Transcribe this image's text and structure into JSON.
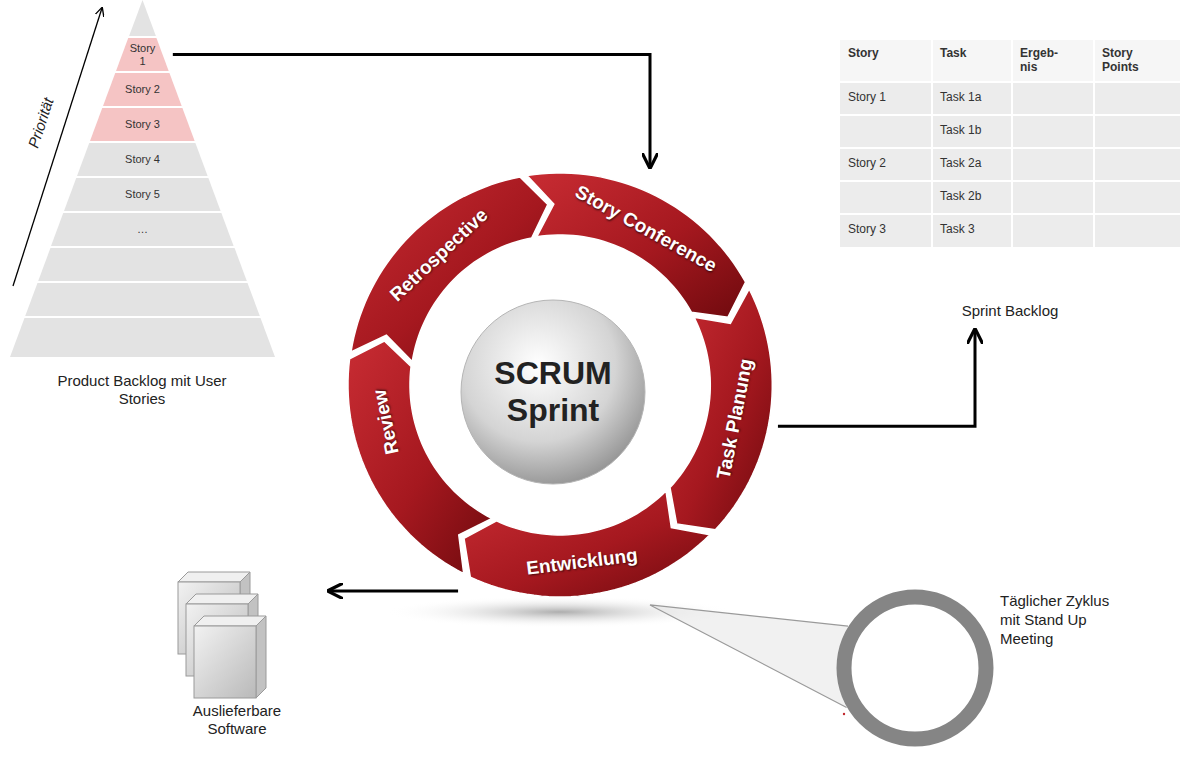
{
  "diagram": {
    "nodes": [
      {
        "text": [
          "Product Backlog mit User Stories"
        ]
      },
      {
        "text": [
          "Story 1"
        ],
        "in": 0
      },
      {
        "text": [
          "Story 2"
        ],
        "in": 0
      },
      {
        "text": [
          "Story 3"
        ],
        "in": 0
      },
      {
        "text": [
          "Story 4"
        ],
        "in": 0
      },
      {
        "text": [
          "Story 5"
        ],
        "in": 0
      },
      {
        "text": [
          "…"
        ],
        "in": 0
      },
      {
        "text": [
          "SCRUM Sprint"
        ]
      },
      {
        "text": [
          "Story Conference"
        ]
      },
      {
        "text": [
          "Task Planung"
        ]
      },
      {
        "text": [
          "Entwicklung"
        ]
      },
      {
        "text": [
          "Review"
        ]
      },
      {
        "text": [
          "Retrospective"
        ]
      },
      {
        "text": [
          "Sprint Backlog"
        ]
      },
      {
        "text": [
          "Auslieferbare Software"
        ]
      },
      {
        "text": [
          "Täglicher Zyklus mit Stand Up Meeting"
        ]
      }
    ],
    "edges": [
      {
        "from": 1,
        "to": 8,
        "arrow": "to"
      },
      {
        "from": 9,
        "to": 13,
        "arrow": "to"
      },
      {
        "from": 10,
        "to": 14,
        "arrow": "to"
      },
      {
        "from": 10,
        "to": 15,
        "arrow": "none"
      }
    ],
    "labels": [
      "Priorität",
      "Story",
      "Task",
      "Ergeb- nis",
      "Story Points",
      "Story 1",
      "Task 1a",
      "Task 1b",
      "Story 2",
      "Task 2a",
      "Task 2b",
      "Story 3",
      "Task 3"
    ]
  }
}
